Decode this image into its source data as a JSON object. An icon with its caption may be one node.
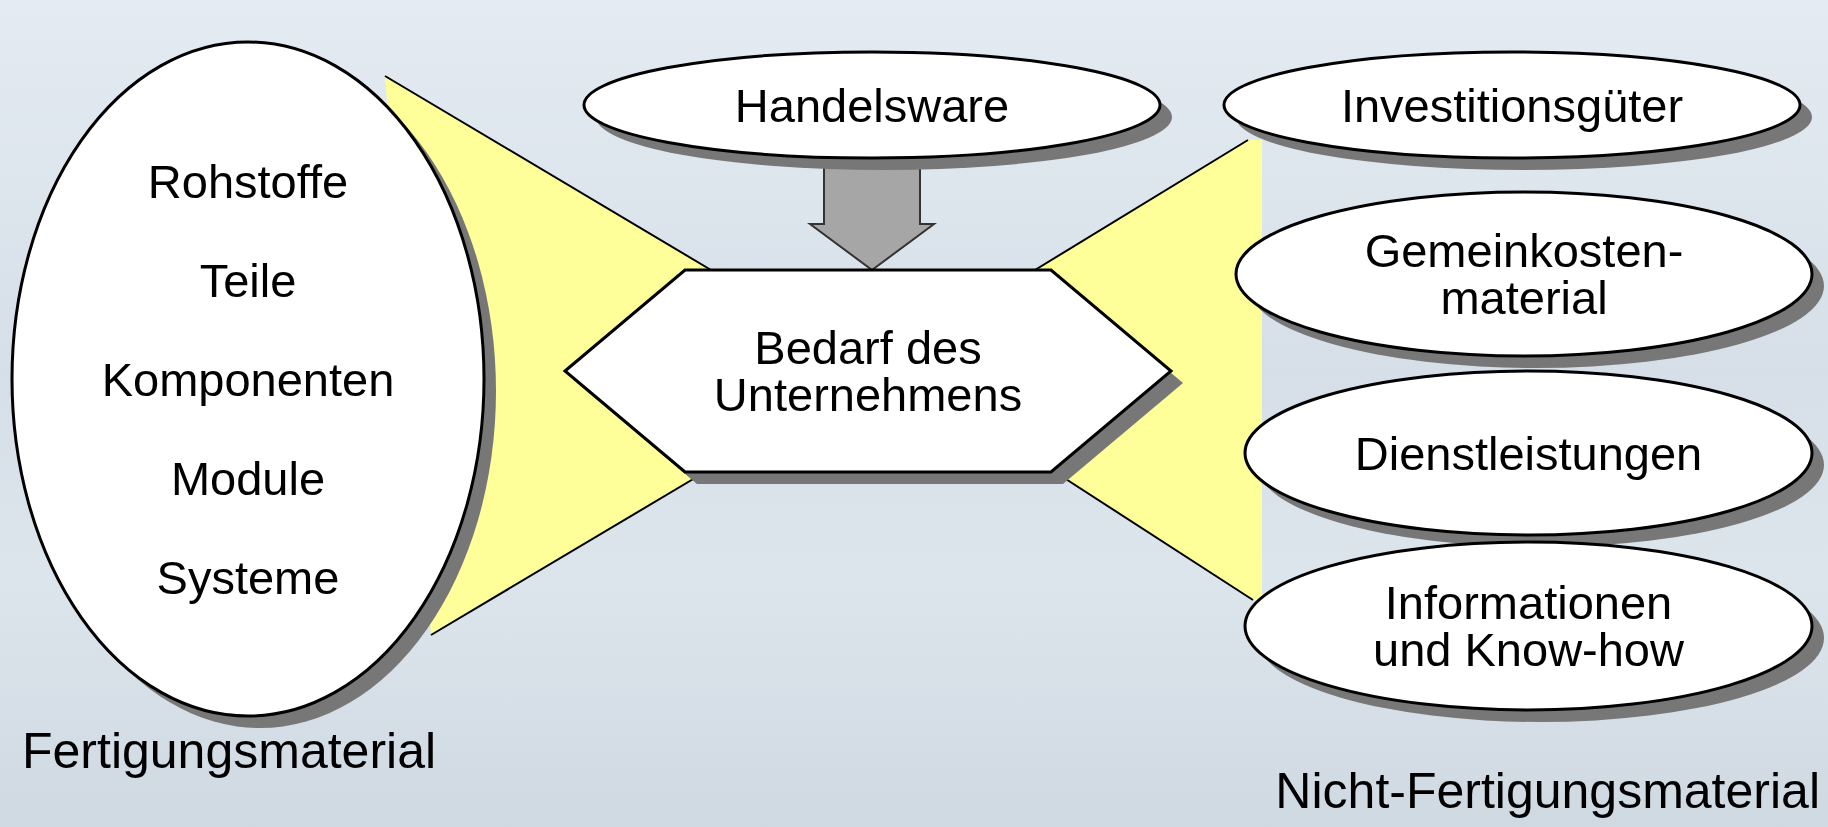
{
  "diagram": {
    "nodes": [
      {
        "text": [
          "Rohstoffe",
          "Teile",
          "Komponenten",
          "Module",
          "Systeme"
        ],
        "beside": [
          "Fertigungsmaterial"
        ]
      },
      {
        "text": [
          "Handelsware"
        ]
      },
      {
        "text": [
          "Bedarf des Unternehmens"
        ]
      },
      {
        "text": [
          "Investitionsgüter"
        ]
      },
      {
        "text": [
          "Gemeinkosten- material"
        ]
      },
      {
        "text": [
          "Dienstleistungen"
        ]
      },
      {
        "text": [
          "Informationen und Know-how"
        ]
      },
      {
        "text": [],
        "shape": "funnel"
      },
      {
        "text": [],
        "shape": "funnel"
      }
    ],
    "edges": [
      {
        "from": 1,
        "to": 2,
        "arrow": "to",
        "style": "thick"
      }
    ],
    "labels": [
      "Nicht-Fertigungsmaterial"
    ]
  }
}
